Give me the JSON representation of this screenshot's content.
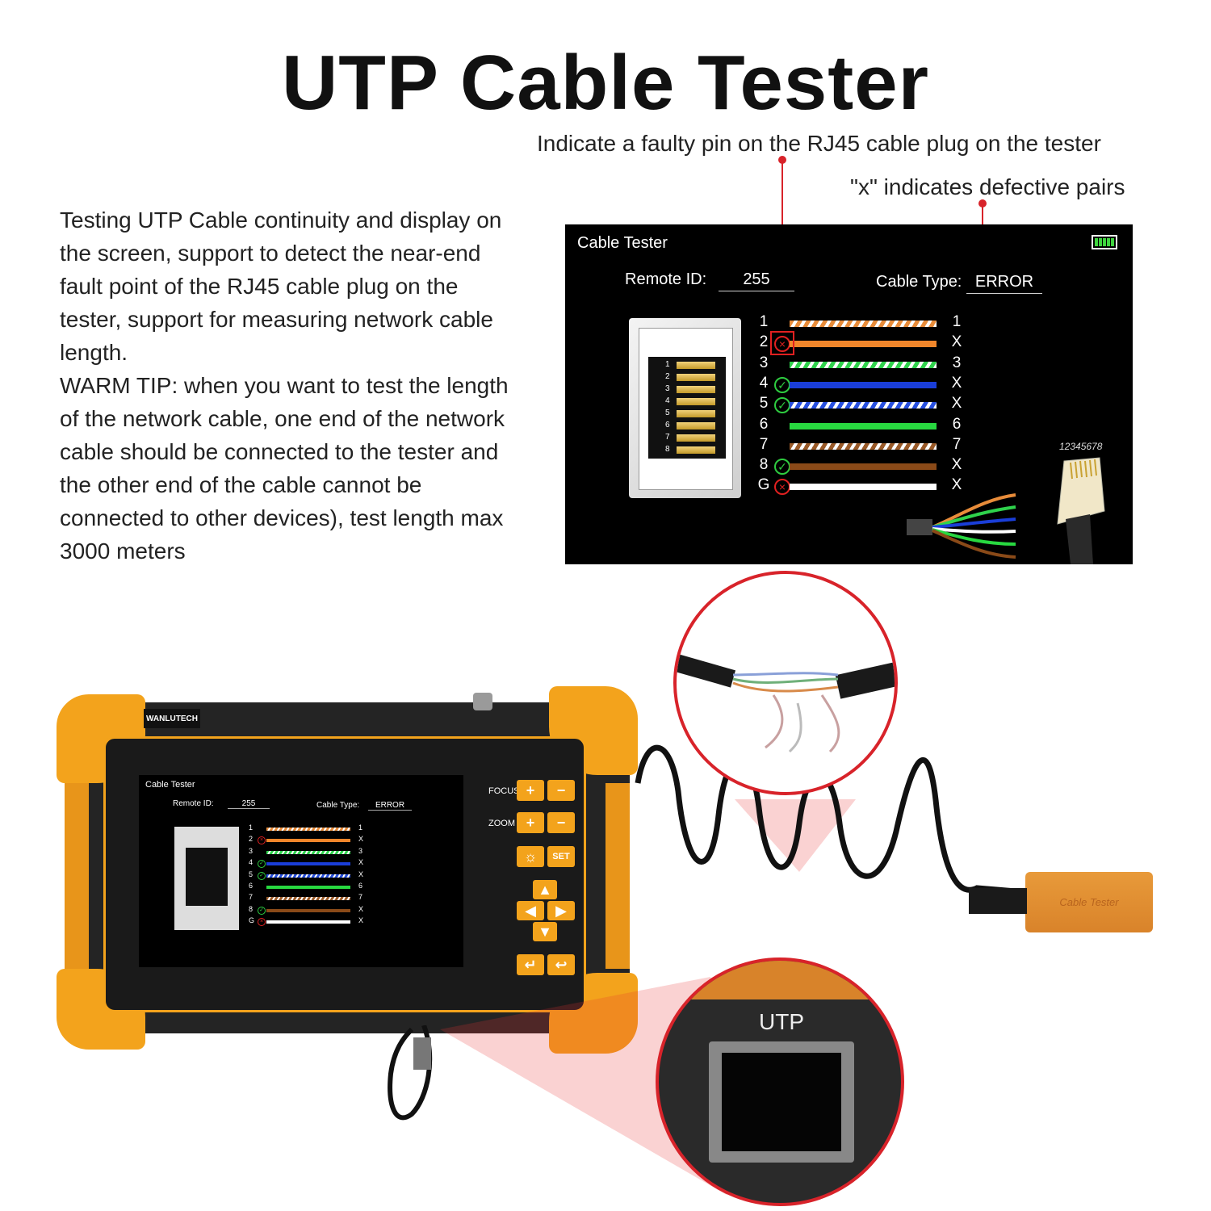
{
  "title": "UTP Cable Tester",
  "callouts": {
    "faulty_pin": "Indicate a faulty pin on the RJ45 cable plug on the tester",
    "defective_pairs": "\"x\" indicates defective pairs"
  },
  "description": {
    "main": "Testing UTP Cable continuity and display on the screen, support to detect the near-end fault point of the RJ45 cable plug on the tester, support for measuring network cable length.",
    "tip": "WARM TIP: when you want to test the length of the network cable, one end of the network cable should be connected to the tester and the other end of the cable cannot be connected to other devices), test length max 3000 meters"
  },
  "screen": {
    "title": "Cable Tester",
    "remote_id_label": "Remote ID:",
    "remote_id_value": "255",
    "cable_type_label": "Cable Type:",
    "cable_type_value": "ERROR",
    "port_numbers": [
      "1",
      "2",
      "3",
      "4",
      "5",
      "6",
      "7",
      "8"
    ],
    "plug_label": "12345678",
    "pins": [
      {
        "label": "1",
        "status": "none",
        "end": "1",
        "color": "#e88c3a",
        "stripe": true
      },
      {
        "label": "2",
        "status": "error",
        "end": "X",
        "color": "#f0862b",
        "stripe": false
      },
      {
        "label": "3",
        "status": "none",
        "end": "3",
        "color": "#2fd24c",
        "stripe": true
      },
      {
        "label": "4",
        "status": "ok",
        "end": "X",
        "color": "#1a3ed8",
        "stripe": false
      },
      {
        "label": "5",
        "status": "ok",
        "end": "X",
        "color": "#2850e0",
        "stripe": true
      },
      {
        "label": "6",
        "status": "none",
        "end": "6",
        "color": "#28d840",
        "stripe": false
      },
      {
        "label": "7",
        "status": "none",
        "end": "7",
        "color": "#9a5a28",
        "stripe": true
      },
      {
        "label": "8",
        "status": "ok",
        "end": "X",
        "color": "#8a4a18",
        "stripe": false
      },
      {
        "label": "G",
        "status": "error",
        "end": "X",
        "color": "#ffffff",
        "stripe": false
      }
    ]
  },
  "device": {
    "brand": "WANLUTECH",
    "buttons": {
      "focus_label": "FOCUS",
      "zoom_label": "ZOOM",
      "plus": "+",
      "minus": "−",
      "set": "SET"
    },
    "port_label": "UTP",
    "adapter_label": "Cable Tester"
  },
  "colors": {
    "accent": "#f3a31c",
    "error": "#e02020",
    "ok": "#2ecc40",
    "device_body": "#1e1e1e"
  }
}
